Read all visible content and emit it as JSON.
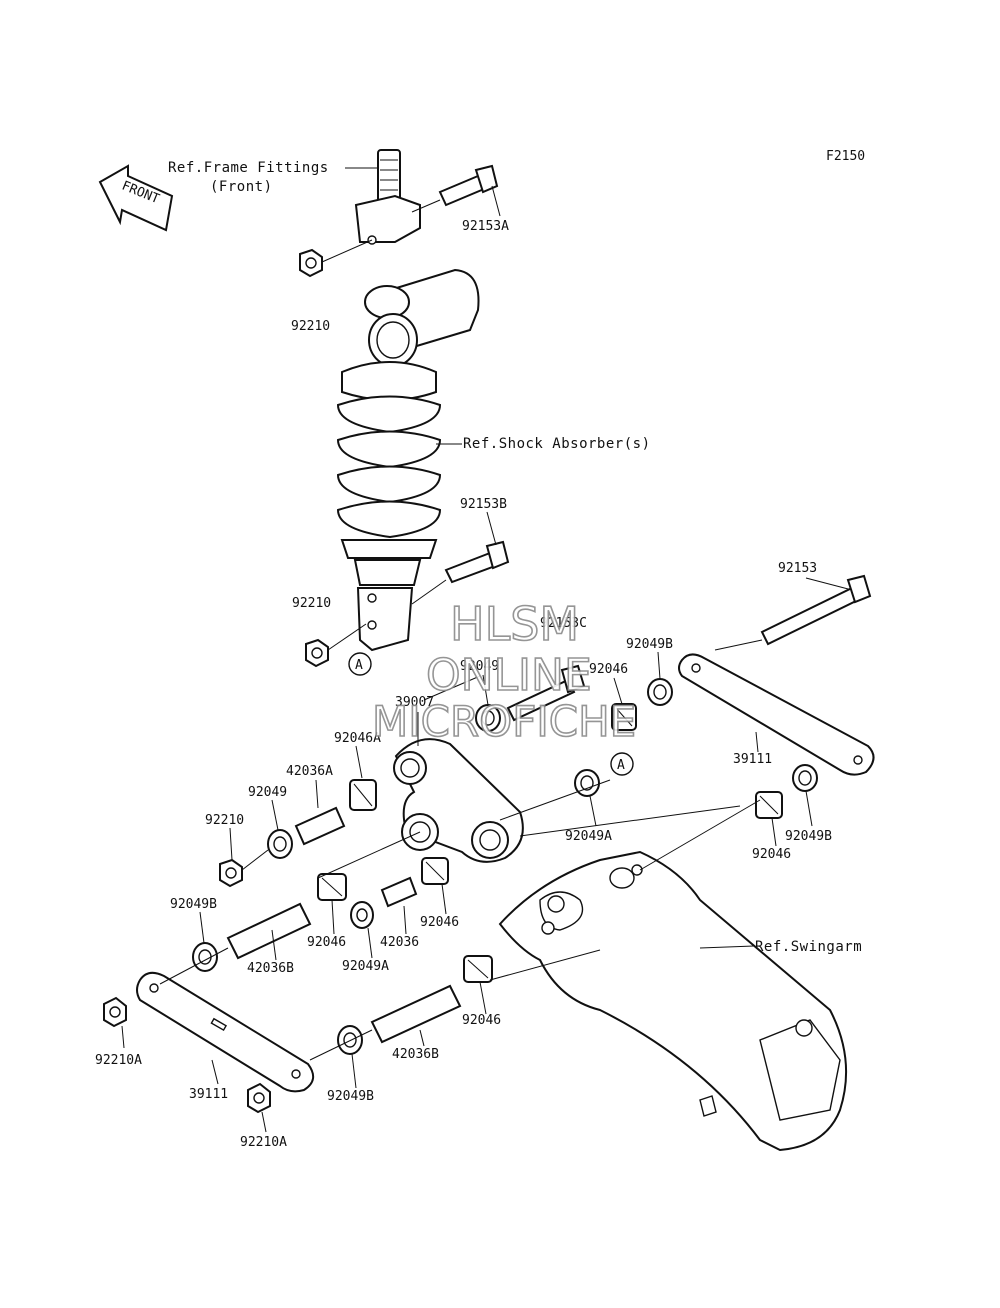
{
  "figure_code": "F2150",
  "front_arrow": "FRONT",
  "refs": {
    "frame_fittings_line1": "Ref.Frame Fittings",
    "frame_fittings_line2": "(Front)",
    "shock_absorber": "Ref.Shock Absorber(s)",
    "swingarm": "Ref.Swingarm"
  },
  "callout_marker": "A",
  "watermark": [
    "HLSM",
    "ONLINE",
    "MICROFICHE"
  ],
  "part_labels": [
    "92153A",
    "92210",
    "92153B",
    "92210",
    "92153",
    "92153C",
    "92049B",
    "92049",
    "92046",
    "39007",
    "92046A",
    "42036A",
    "92049",
    "92210",
    "39111",
    "92049A",
    "92049B",
    "92046",
    "92049B",
    "92046",
    "42036",
    "92046",
    "92049A",
    "42036B",
    "92046",
    "42036B",
    "92210A",
    "39111",
    "92049B",
    "92210A"
  ]
}
